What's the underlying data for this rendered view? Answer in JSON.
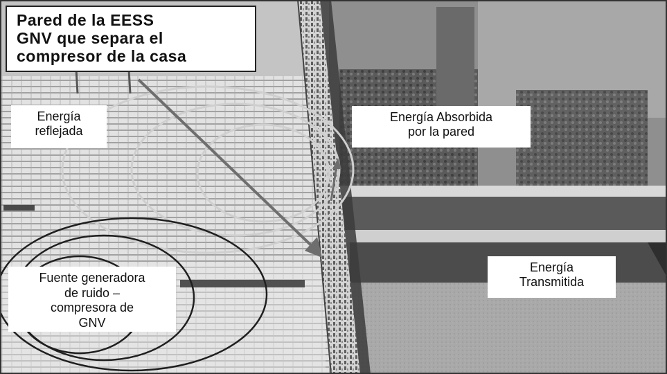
{
  "title_box": {
    "text": "Pared de la EESS\nGNV que separa el\ncompresor de la casa"
  },
  "labels": {
    "reflected": "Energía\nreflejada",
    "absorbed": "Energía Absorbida\npor la pared",
    "transmitted": "Energía\nTransmitida",
    "source": "Fuente generadora\nde ruido –\ncompresora de\nGNV"
  },
  "colors": {
    "photo_gray": "#8a8a8a",
    "ground_light": "#b9b9b9",
    "dark_strip": "#3a3a3a",
    "arrow_gray": "#6e6e6e",
    "wave_light": "#c9c9c9",
    "wave_dark": "#1c1c1c"
  }
}
